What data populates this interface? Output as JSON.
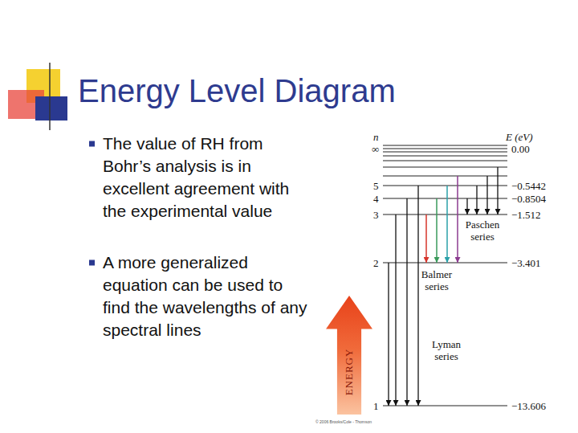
{
  "diagram": {
    "title": "Energy Level Diagram",
    "nodes": [
      {
        "text": [
          "ENERGY"
        ]
      }
    ],
    "labels": [
      "The value of RH from Bohr’s analysis is in excellent agreement with the experimental value",
      "A more generalized equation can be used to find the wavelengths of any spectral lines",
      "n",
      "E (eV)",
      "∞",
      "0.00",
      "5",
      "−0.5442",
      "4",
      "−0.8504",
      "3",
      "−1.512",
      "Paschen series",
      "2",
      "−3.401",
      "Balmer series",
      "Lyman series",
      "1",
      "−13.606",
      "© 2006 Brooks/Cole - Thomson"
    ]
  }
}
